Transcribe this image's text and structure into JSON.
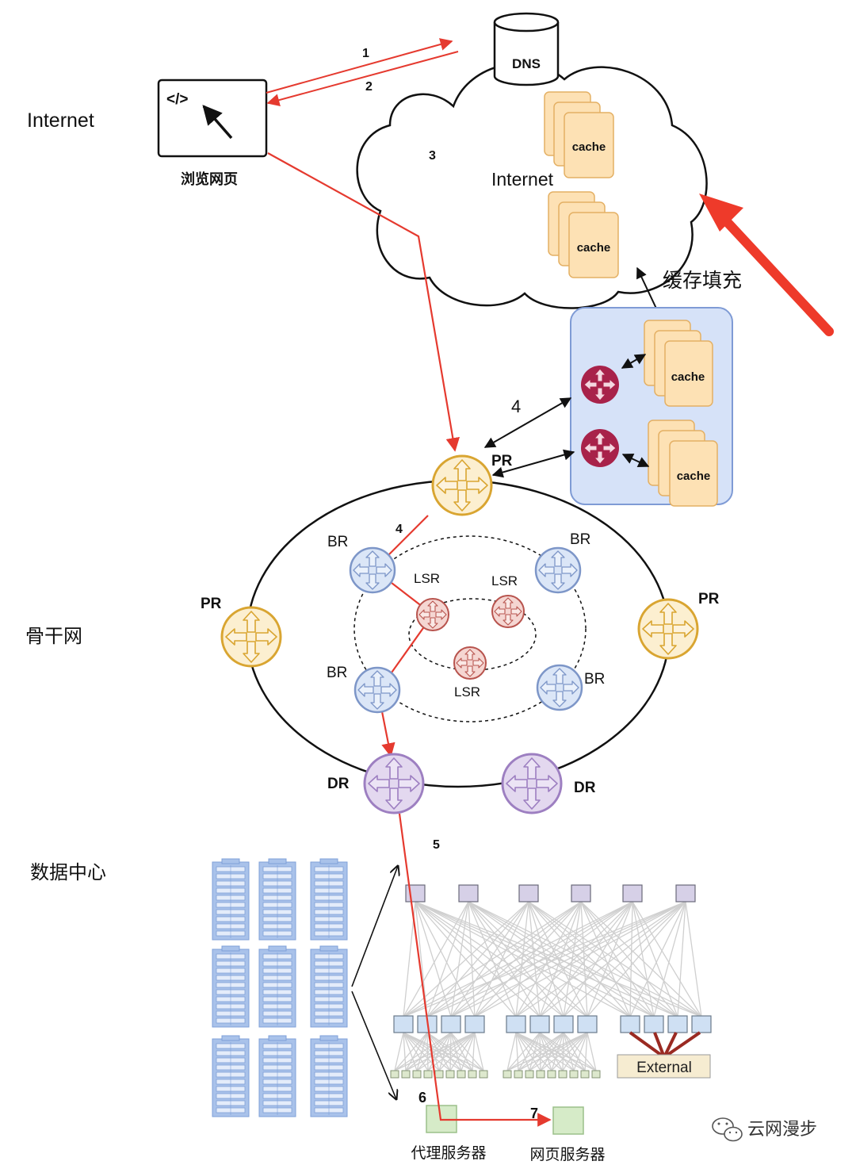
{
  "sections": {
    "internet": "Internet",
    "backbone": "骨干网",
    "datacenter": "数据中心"
  },
  "browser": {
    "code_glyph": "</>",
    "label": "浏览网页"
  },
  "dns": {
    "label": "DNS"
  },
  "cloud": {
    "label": "Internet"
  },
  "cache_label": "cache",
  "cache_fill_label": "缓存填充",
  "steps": {
    "s1": "1",
    "s2": "2",
    "s3": "3",
    "s4a": "4",
    "s4b": "4",
    "s5": "5",
    "s6": "6",
    "s7": "7"
  },
  "routers": {
    "pr": "PR",
    "br": "BR",
    "lsr": "LSR",
    "dr": "DR"
  },
  "datacenter": {
    "external": "External",
    "proxy_server": "代理服务器",
    "web_server": "网页服务器"
  },
  "watermark": {
    "text": "云网漫步"
  },
  "colors": {
    "path_red": "#e53a2f",
    "big_arrow": "#ee3a2a",
    "cache_fill": "#fde1b4",
    "cache_stroke": "#e4b064",
    "pop_fill": "#d6e2f8",
    "pop_stroke": "#7f9bd5",
    "pr_fill": "#fcefd0",
    "pr_stroke": "#d9a531",
    "br_fill": "#dbe6f7",
    "br_stroke": "#7d96c8",
    "lsr_fill": "#f5d6d2",
    "lsr_stroke": "#b8544e",
    "dr_fill": "#e3d8ef",
    "dr_stroke": "#9d7fc1",
    "edge_router": "#a8224a",
    "server_blue": "#8fb0e3",
    "switch_purple": "#d6d0e7",
    "switch_blue": "#cfe0f3",
    "external_fill": "#f6ecd1",
    "external_link": "#9a2a22"
  }
}
